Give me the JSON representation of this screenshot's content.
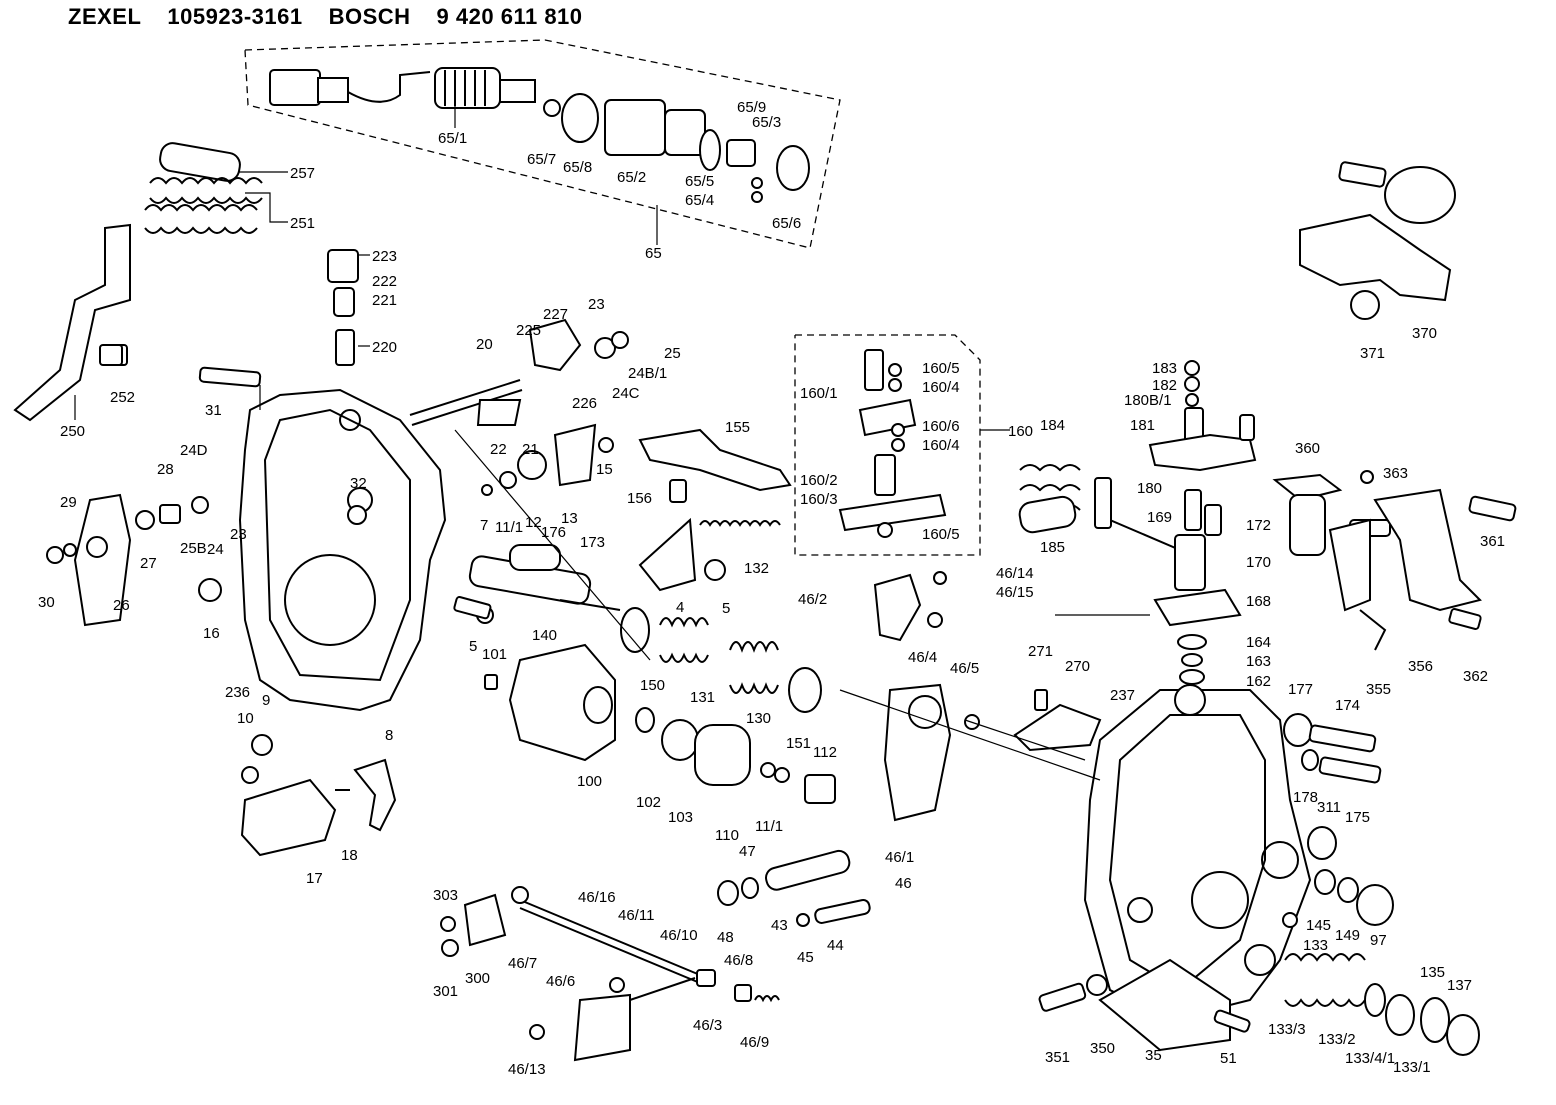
{
  "header": {
    "maker": "ZEXEL",
    "zexel_number": "105923-3161",
    "brand": "BOSCH",
    "bosch_number": "9 420 611 810"
  },
  "parts": [
    {
      "id": "p65_1",
      "label": "65/1"
    },
    {
      "id": "p65_7",
      "label": "65/7"
    },
    {
      "id": "p65_8",
      "label": "65/8"
    },
    {
      "id": "p65_2",
      "label": "65/2"
    },
    {
      "id": "p65_9",
      "label": "65/9"
    },
    {
      "id": "p65_3",
      "label": "65/3"
    },
    {
      "id": "p65_5",
      "label": "65/5"
    },
    {
      "id": "p65_4",
      "label": "65/4"
    },
    {
      "id": "p65_6",
      "label": "65/6"
    },
    {
      "id": "p65",
      "label": "65"
    },
    {
      "id": "p257",
      "label": "257"
    },
    {
      "id": "p251",
      "label": "251"
    },
    {
      "id": "p223",
      "label": "223"
    },
    {
      "id": "p222",
      "label": "222"
    },
    {
      "id": "p221",
      "label": "221"
    },
    {
      "id": "p220",
      "label": "220"
    },
    {
      "id": "p250",
      "label": "250"
    },
    {
      "id": "p252",
      "label": "252"
    },
    {
      "id": "p31",
      "label": "31"
    },
    {
      "id": "p20",
      "label": "20"
    },
    {
      "id": "p227",
      "label": "227"
    },
    {
      "id": "p225",
      "label": "225"
    },
    {
      "id": "p23a",
      "label": "23"
    },
    {
      "id": "p25",
      "label": "25"
    },
    {
      "id": "p24B_1",
      "label": "24B/1"
    },
    {
      "id": "p24C",
      "label": "24C"
    },
    {
      "id": "p226",
      "label": "226"
    },
    {
      "id": "p22",
      "label": "22"
    },
    {
      "id": "p21",
      "label": "21"
    },
    {
      "id": "p15",
      "label": "15"
    },
    {
      "id": "p13",
      "label": "13"
    },
    {
      "id": "p12",
      "label": "12"
    },
    {
      "id": "p11_1a",
      "label": "11/1"
    },
    {
      "id": "p7",
      "label": "7"
    },
    {
      "id": "p32",
      "label": "32"
    },
    {
      "id": "p28",
      "label": "28"
    },
    {
      "id": "p24D",
      "label": "24D"
    },
    {
      "id": "p29",
      "label": "29"
    },
    {
      "id": "p27",
      "label": "27"
    },
    {
      "id": "p25B",
      "label": "25B"
    },
    {
      "id": "p24",
      "label": "24"
    },
    {
      "id": "p23b",
      "label": "23"
    },
    {
      "id": "p26",
      "label": "26"
    },
    {
      "id": "p30",
      "label": "30"
    },
    {
      "id": "p16",
      "label": "16"
    },
    {
      "id": "p236",
      "label": "236"
    },
    {
      "id": "p10",
      "label": "10"
    },
    {
      "id": "p9",
      "label": "9"
    },
    {
      "id": "p8",
      "label": "8"
    },
    {
      "id": "p17",
      "label": "17"
    },
    {
      "id": "p18",
      "label": "18"
    },
    {
      "id": "p176",
      "label": "176"
    },
    {
      "id": "p173",
      "label": "173"
    },
    {
      "id": "p155",
      "label": "155"
    },
    {
      "id": "p156",
      "label": "156"
    },
    {
      "id": "p132",
      "label": "132"
    },
    {
      "id": "p4",
      "label": "4"
    },
    {
      "id": "p5a",
      "label": "5"
    },
    {
      "id": "p5b",
      "label": "5"
    },
    {
      "id": "p140",
      "label": "140"
    },
    {
      "id": "p101",
      "label": "101"
    },
    {
      "id": "p150",
      "label": "150"
    },
    {
      "id": "p131",
      "label": "131"
    },
    {
      "id": "p130",
      "label": "130"
    },
    {
      "id": "p151",
      "label": "151"
    },
    {
      "id": "p100",
      "label": "100"
    },
    {
      "id": "p102",
      "label": "102"
    },
    {
      "id": "p103",
      "label": "103"
    },
    {
      "id": "p110",
      "label": "110"
    },
    {
      "id": "p11_1b",
      "label": "11/1"
    },
    {
      "id": "p112",
      "label": "112"
    },
    {
      "id": "p160_5a",
      "label": "160/5"
    },
    {
      "id": "p160_4a",
      "label": "160/4"
    },
    {
      "id": "p160_1",
      "label": "160/1"
    },
    {
      "id": "p160_6",
      "label": "160/6"
    },
    {
      "id": "p160_4b",
      "label": "160/4"
    },
    {
      "id": "p160",
      "label": "160"
    },
    {
      "id": "p160_2",
      "label": "160/2"
    },
    {
      "id": "p160_3",
      "label": "160/3"
    },
    {
      "id": "p160_5b",
      "label": "160/5"
    },
    {
      "id": "p46_14",
      "label": "46/14"
    },
    {
      "id": "p46_2",
      "label": "46/2"
    },
    {
      "id": "p46_15",
      "label": "46/15"
    },
    {
      "id": "p46_4",
      "label": "46/4"
    },
    {
      "id": "p46_5",
      "label": "46/5"
    },
    {
      "id": "p46_1",
      "label": "46/1"
    },
    {
      "id": "p46",
      "label": "46"
    },
    {
      "id": "p47",
      "label": "47"
    },
    {
      "id": "p48",
      "label": "48"
    },
    {
      "id": "p43",
      "label": "43"
    },
    {
      "id": "p45",
      "label": "45"
    },
    {
      "id": "p44",
      "label": "44"
    },
    {
      "id": "p184",
      "label": "184"
    },
    {
      "id": "p185",
      "label": "185"
    },
    {
      "id": "p183",
      "label": "183"
    },
    {
      "id": "p182",
      "label": "182"
    },
    {
      "id": "p180B_1",
      "label": "180B/1"
    },
    {
      "id": "p181",
      "label": "181"
    },
    {
      "id": "p180",
      "label": "180"
    },
    {
      "id": "p169",
      "label": "169"
    },
    {
      "id": "p172",
      "label": "172"
    },
    {
      "id": "p170",
      "label": "170"
    },
    {
      "id": "p168",
      "label": "168"
    },
    {
      "id": "p164",
      "label": "164"
    },
    {
      "id": "p163",
      "label": "163"
    },
    {
      "id": "p162",
      "label": "162"
    },
    {
      "id": "p271",
      "label": "271"
    },
    {
      "id": "p270",
      "label": "270"
    },
    {
      "id": "p237",
      "label": "237"
    },
    {
      "id": "p177",
      "label": "177"
    },
    {
      "id": "p174",
      "label": "174"
    },
    {
      "id": "p178",
      "label": "178"
    },
    {
      "id": "p175",
      "label": "175"
    },
    {
      "id": "p311",
      "label": "311"
    },
    {
      "id": "p360",
      "label": "360"
    },
    {
      "id": "p363",
      "label": "363"
    },
    {
      "id": "p361",
      "label": "361"
    },
    {
      "id": "p356",
      "label": "356"
    },
    {
      "id": "p362",
      "label": "362"
    },
    {
      "id": "p355",
      "label": "355"
    },
    {
      "id": "p370",
      "label": "370"
    },
    {
      "id": "p371",
      "label": "371"
    },
    {
      "id": "p145",
      "label": "145"
    },
    {
      "id": "p149",
      "label": "149"
    },
    {
      "id": "p97",
      "label": "97"
    },
    {
      "id": "p133",
      "label": "133"
    },
    {
      "id": "p133_3",
      "label": "133/3"
    },
    {
      "id": "p133_2",
      "label": "133/2"
    },
    {
      "id": "p133_4_1",
      "label": "133/4/1"
    },
    {
      "id": "p133_1",
      "label": "133/1"
    },
    {
      "id": "p135",
      "label": "135"
    },
    {
      "id": "p137",
      "label": "137"
    },
    {
      "id": "p351",
      "label": "351"
    },
    {
      "id": "p350",
      "label": "350"
    },
    {
      "id": "p35",
      "label": "35"
    },
    {
      "id": "p51",
      "label": "51"
    },
    {
      "id": "p303",
      "label": "303"
    },
    {
      "id": "p301",
      "label": "301"
    },
    {
      "id": "p300",
      "label": "300"
    },
    {
      "id": "p46_7",
      "label": "46/7"
    },
    {
      "id": "p46_16",
      "label": "46/16"
    },
    {
      "id": "p46_11",
      "label": "46/11"
    },
    {
      "id": "p46_10",
      "label": "46/10"
    },
    {
      "id": "p46_6",
      "label": "46/6"
    },
    {
      "id": "p46_8",
      "label": "46/8"
    },
    {
      "id": "p46_3",
      "label": "46/3"
    },
    {
      "id": "p46_9",
      "label": "46/9"
    },
    {
      "id": "p46_13",
      "label": "46/13"
    }
  ]
}
